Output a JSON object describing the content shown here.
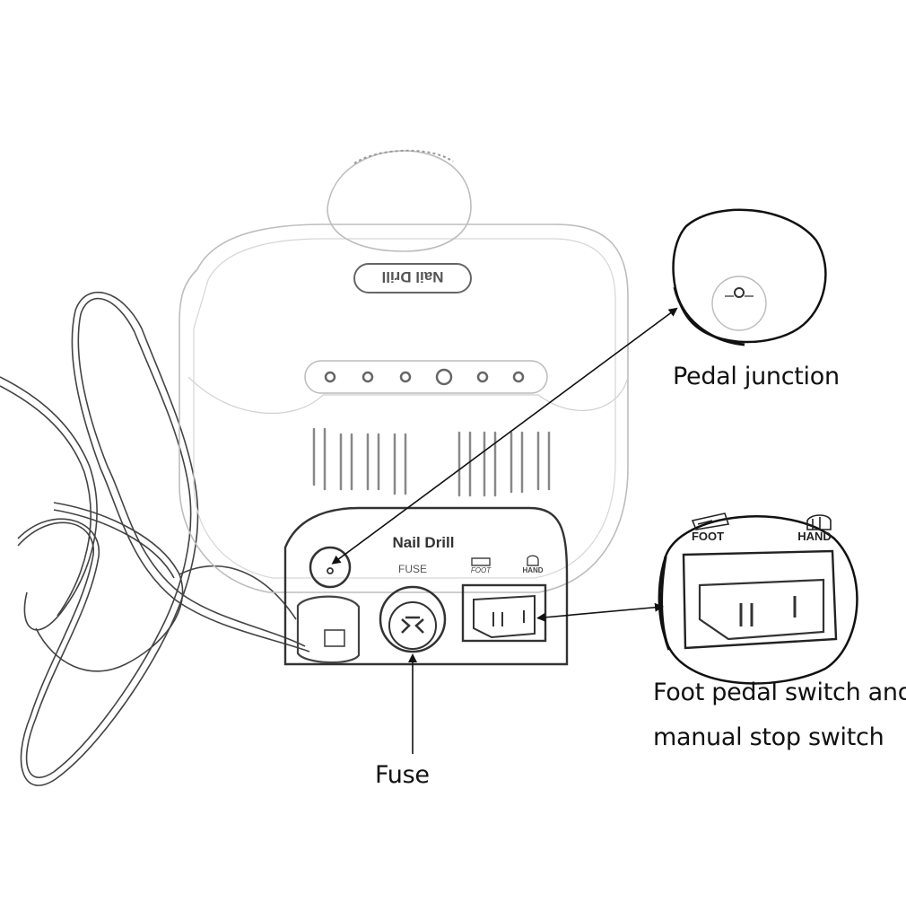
{
  "device": {
    "top_brand": "Nail Drill",
    "panel_brand": "Nail Drill",
    "fuse_label": "FUSE",
    "foot_label": "FOOT",
    "hand_label": "HAND"
  },
  "zoom_switch": {
    "foot_label": "FOOT",
    "hand_label": "HAND"
  },
  "callouts": {
    "pedal_junction": "Pedal junction",
    "switch_line1": "Foot pedal switch and",
    "switch_line2": "manual stop switch",
    "fuse": "Fuse"
  },
  "colors": {
    "line": "#2a2a2a",
    "faint": "#9a9a9a",
    "arrow": "#111111",
    "background": "#ffffff"
  }
}
